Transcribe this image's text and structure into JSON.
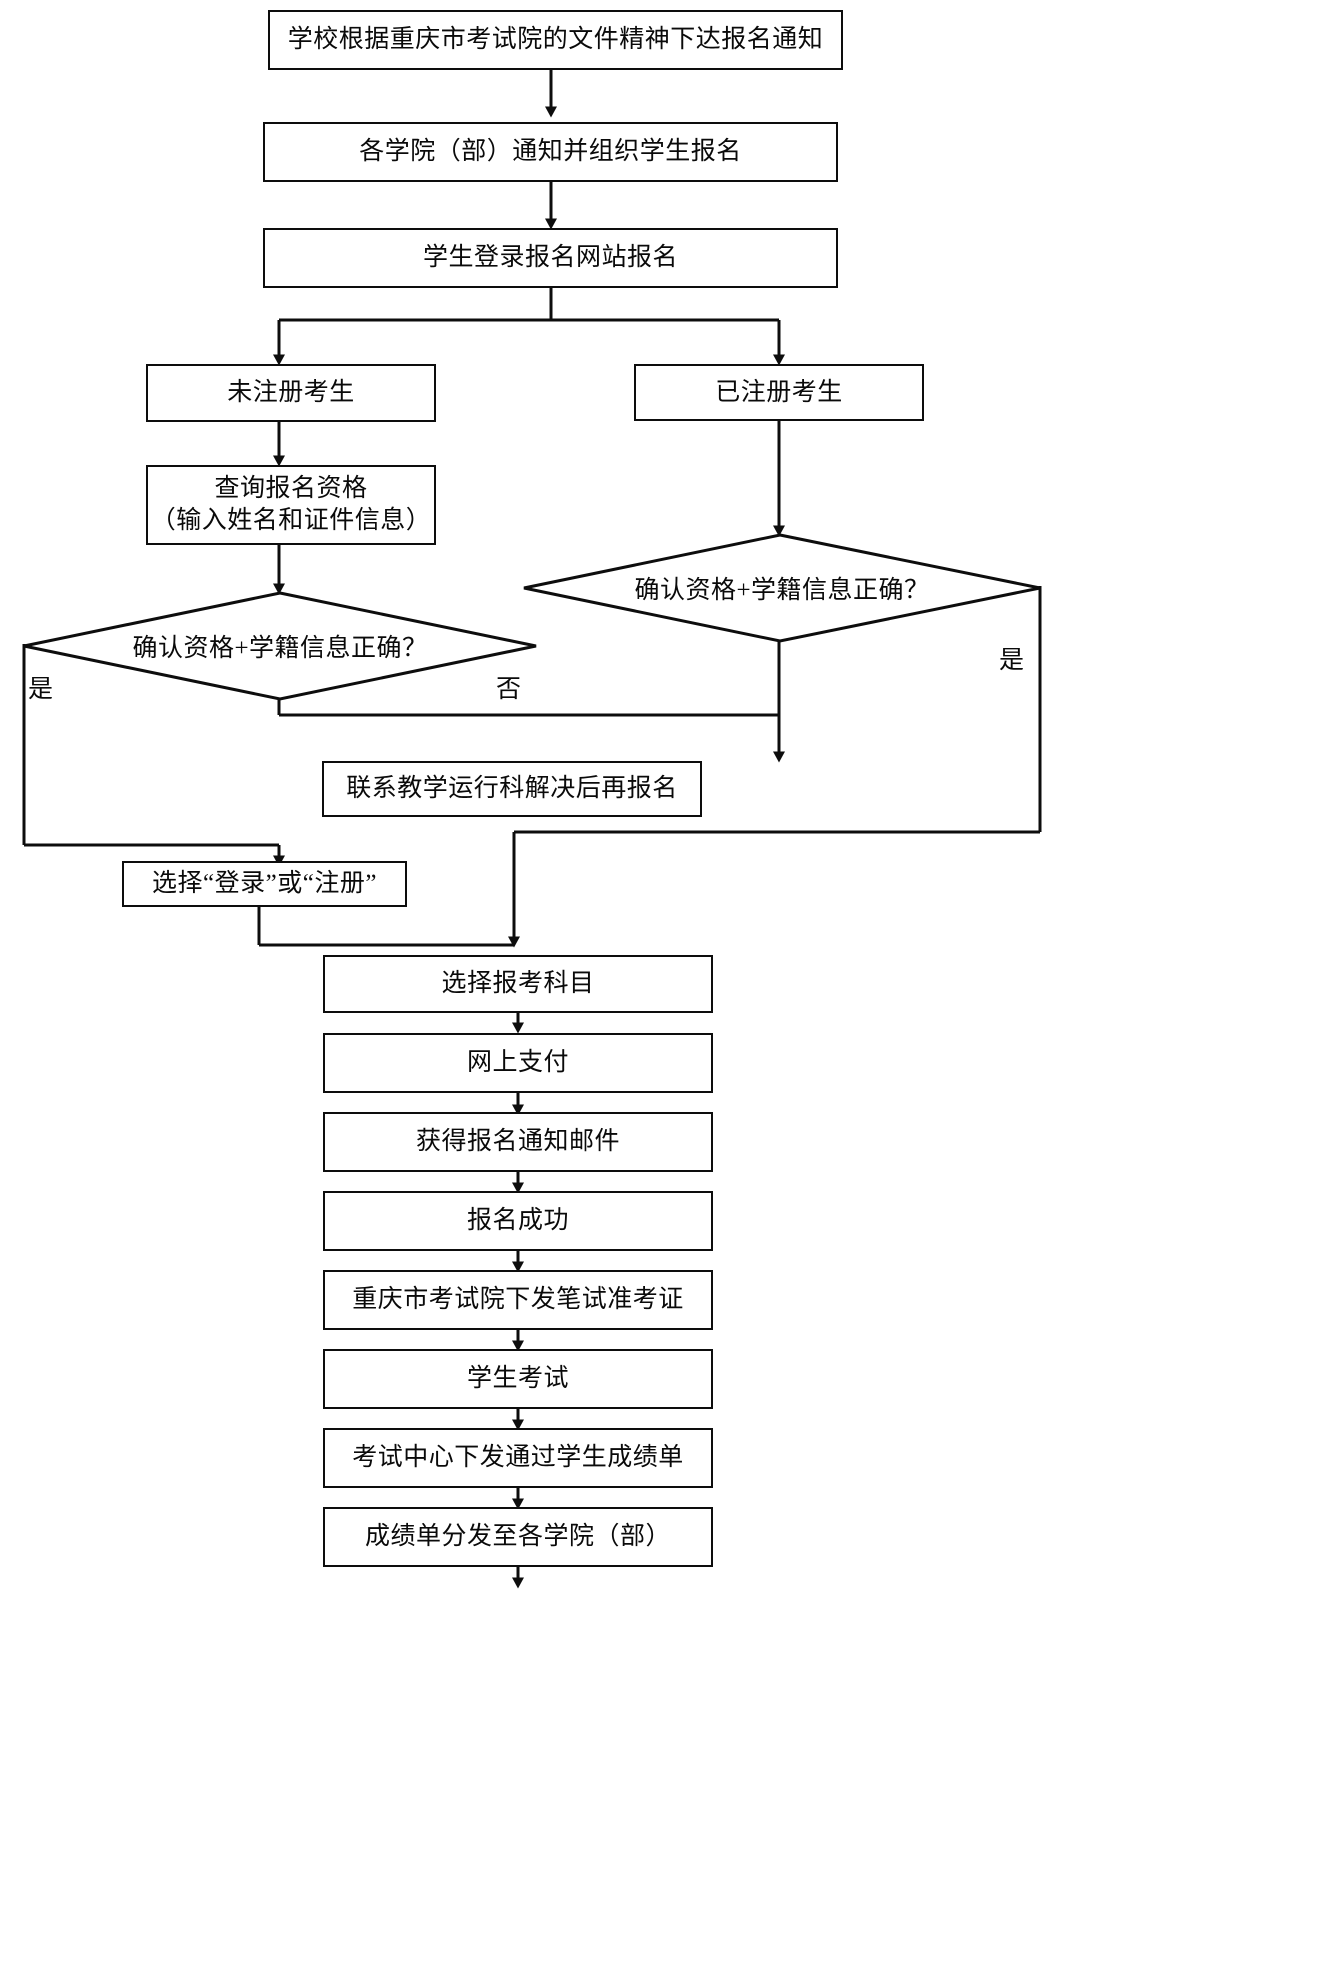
{
  "diagram": {
    "type": "flowchart",
    "orientation": "top-to-bottom",
    "language": "zh-CN",
    "line_color": "#0d0d0d",
    "background_color": "#ffffff",
    "text_color": "#0a0a0a"
  },
  "nodes": {
    "n1": {
      "label": "学校根据重庆市考试院的文件精神下达报名通知",
      "shape": "rectangle"
    },
    "n2": {
      "label": "各学院（部）通知并组织学生报名",
      "shape": "rectangle"
    },
    "n3": {
      "label": "学生登录报名网站报名",
      "shape": "rectangle"
    },
    "n4": {
      "label": "未注册考生",
      "shape": "rectangle"
    },
    "n5": {
      "label": "已注册考生",
      "shape": "rectangle"
    },
    "n6_line1": "查询报名资格",
    "n6_line2": "（输入姓名和证件信息）",
    "n7": {
      "label": "确认资格+学籍信息正确？",
      "shape": "diamond"
    },
    "n8": {
      "label": "确认资格+学籍信息正确？",
      "shape": "diamond"
    },
    "n9": {
      "label": "联系教学运行科解决后再报名",
      "shape": "rectangle"
    },
    "n10": {
      "label": "选择“登录”或“注册”",
      "shape": "rectangle"
    },
    "n11": {
      "label": "选择报考科目",
      "shape": "rectangle"
    },
    "n12": {
      "label": "网上支付",
      "shape": "rectangle"
    },
    "n13": {
      "label": "获得报名通知邮件",
      "shape": "rectangle"
    },
    "n14": {
      "label": "报名成功",
      "shape": "rectangle"
    },
    "n15": {
      "label": "重庆市考试院下发笔试准考证",
      "shape": "rectangle"
    },
    "n16": {
      "label": "学生考试",
      "shape": "rectangle"
    },
    "n17": {
      "label": "考试中心下发通过学生成绩单",
      "shape": "rectangle"
    },
    "n18": {
      "label": "成绩单分发至各学院（部）",
      "shape": "rectangle"
    }
  },
  "edge_labels": {
    "left_yes": "是",
    "left_no": "否",
    "right_yes": "是"
  }
}
